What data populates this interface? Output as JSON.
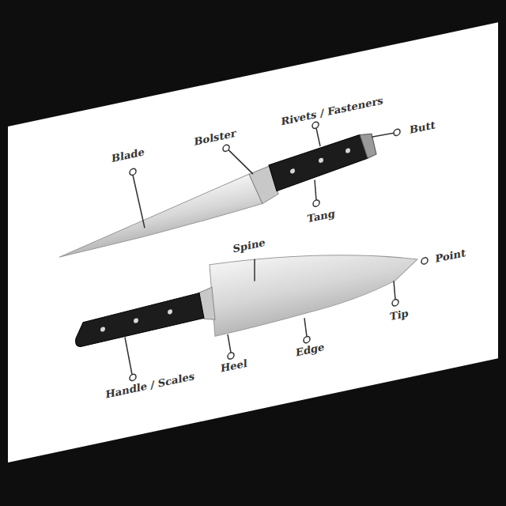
{
  "diagram": {
    "labels": [
      "Blade",
      "Bolster",
      "Rivets / Fasteners",
      "Butt",
      "Tang",
      "Spine",
      "Point",
      "Tip",
      "Edge",
      "Heel",
      "Handle / Scales"
    ]
  }
}
